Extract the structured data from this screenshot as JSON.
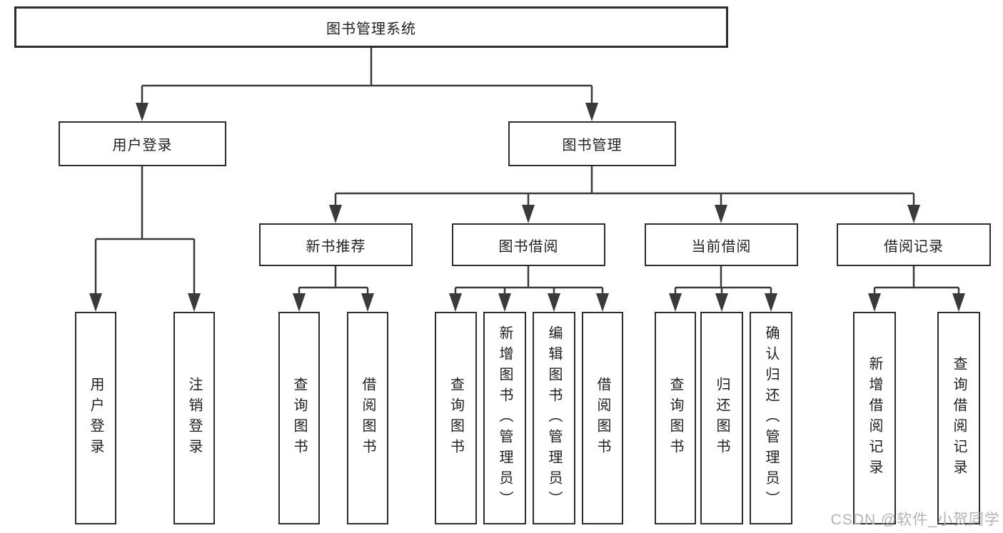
{
  "diagram": {
    "root": {
      "label": "图书管理系统"
    },
    "level2": [
      {
        "label": "用户登录"
      },
      {
        "label": "图书管理"
      }
    ],
    "level3": [
      {
        "label": "新书推荐"
      },
      {
        "label": "图书借阅"
      },
      {
        "label": "当前借阅"
      },
      {
        "label": "借阅记录"
      }
    ],
    "leaves": {
      "user_login": [
        {
          "label": "用户登录"
        },
        {
          "label": "注销登录"
        }
      ],
      "new_book_recommend": [
        {
          "label": "查询图书"
        },
        {
          "label": "借阅图书"
        }
      ],
      "book_borrow": [
        {
          "label": "查询图书"
        },
        {
          "label": "新增图书（管理员）"
        },
        {
          "label": "编辑图书（管理员）"
        },
        {
          "label": "借阅图书"
        }
      ],
      "current_borrow": [
        {
          "label": "查询图书"
        },
        {
          "label": "归还图书"
        },
        {
          "label": "确认归还（管理员）"
        }
      ],
      "borrow_records": [
        {
          "label": "新增借阅记录"
        },
        {
          "label": "查询借阅记录"
        }
      ]
    }
  },
  "watermark": {
    "text": "CSDN @软件_小贺同学"
  },
  "colors": {
    "line": "#3a3a3a",
    "border": "#2d2d2d",
    "text": "#1f1f1f",
    "background": "#ffffff",
    "watermark": "#b0b3b8"
  }
}
